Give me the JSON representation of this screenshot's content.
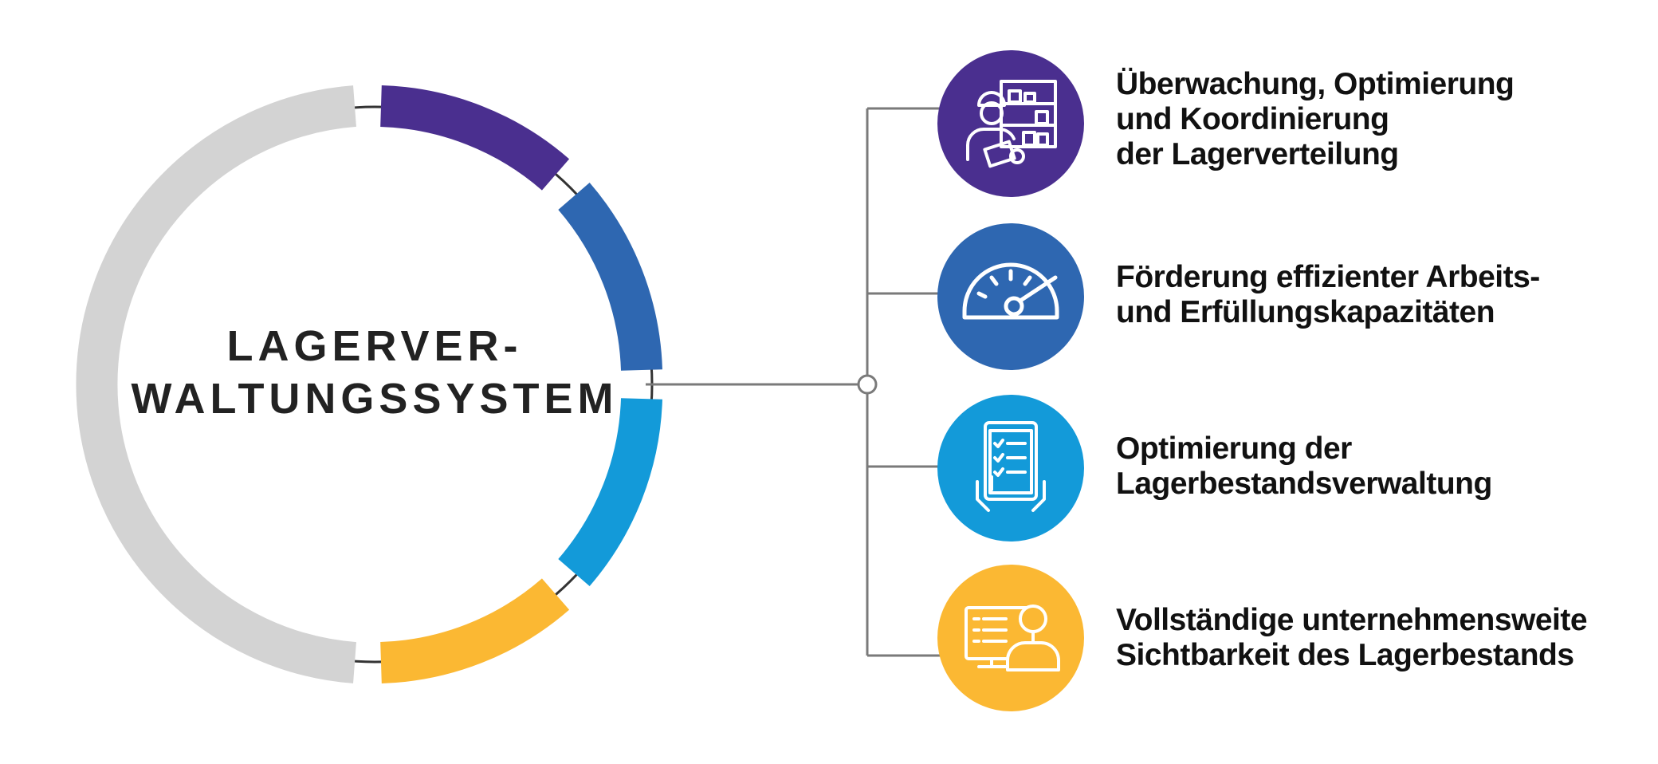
{
  "center": {
    "title_line1": "LAGERVER-",
    "title_line2": "WALTUNGSSYSTEM"
  },
  "colors": {
    "ring_gray": "#d3d3d3",
    "connector": "#7a7a7a",
    "purple": "#4a2f8f",
    "blue": "#2e67b1",
    "light_blue": "#139ad9",
    "yellow": "#fbb833"
  },
  "items": [
    {
      "icon": "warehouse-worker-icon",
      "color": "#4a2f8f",
      "lines": [
        "Überwachung, Optimierung",
        "und Koordinierung",
        "der Lagerverteilung"
      ]
    },
    {
      "icon": "speedometer-icon",
      "color": "#2e67b1",
      "lines": [
        "Förderung effizienter Arbeits-",
        "und Erfüllungskapazitäten"
      ]
    },
    {
      "icon": "checklist-tablet-icon",
      "color": "#139ad9",
      "lines": [
        "Optimierung der",
        "Lagerbestandsverwaltung"
      ]
    },
    {
      "icon": "user-dashboard-icon",
      "color": "#fbb833",
      "lines": [
        "Vollständige unternehmensweite",
        "Sichtbarkeit des Lagerbestands"
      ]
    }
  ]
}
